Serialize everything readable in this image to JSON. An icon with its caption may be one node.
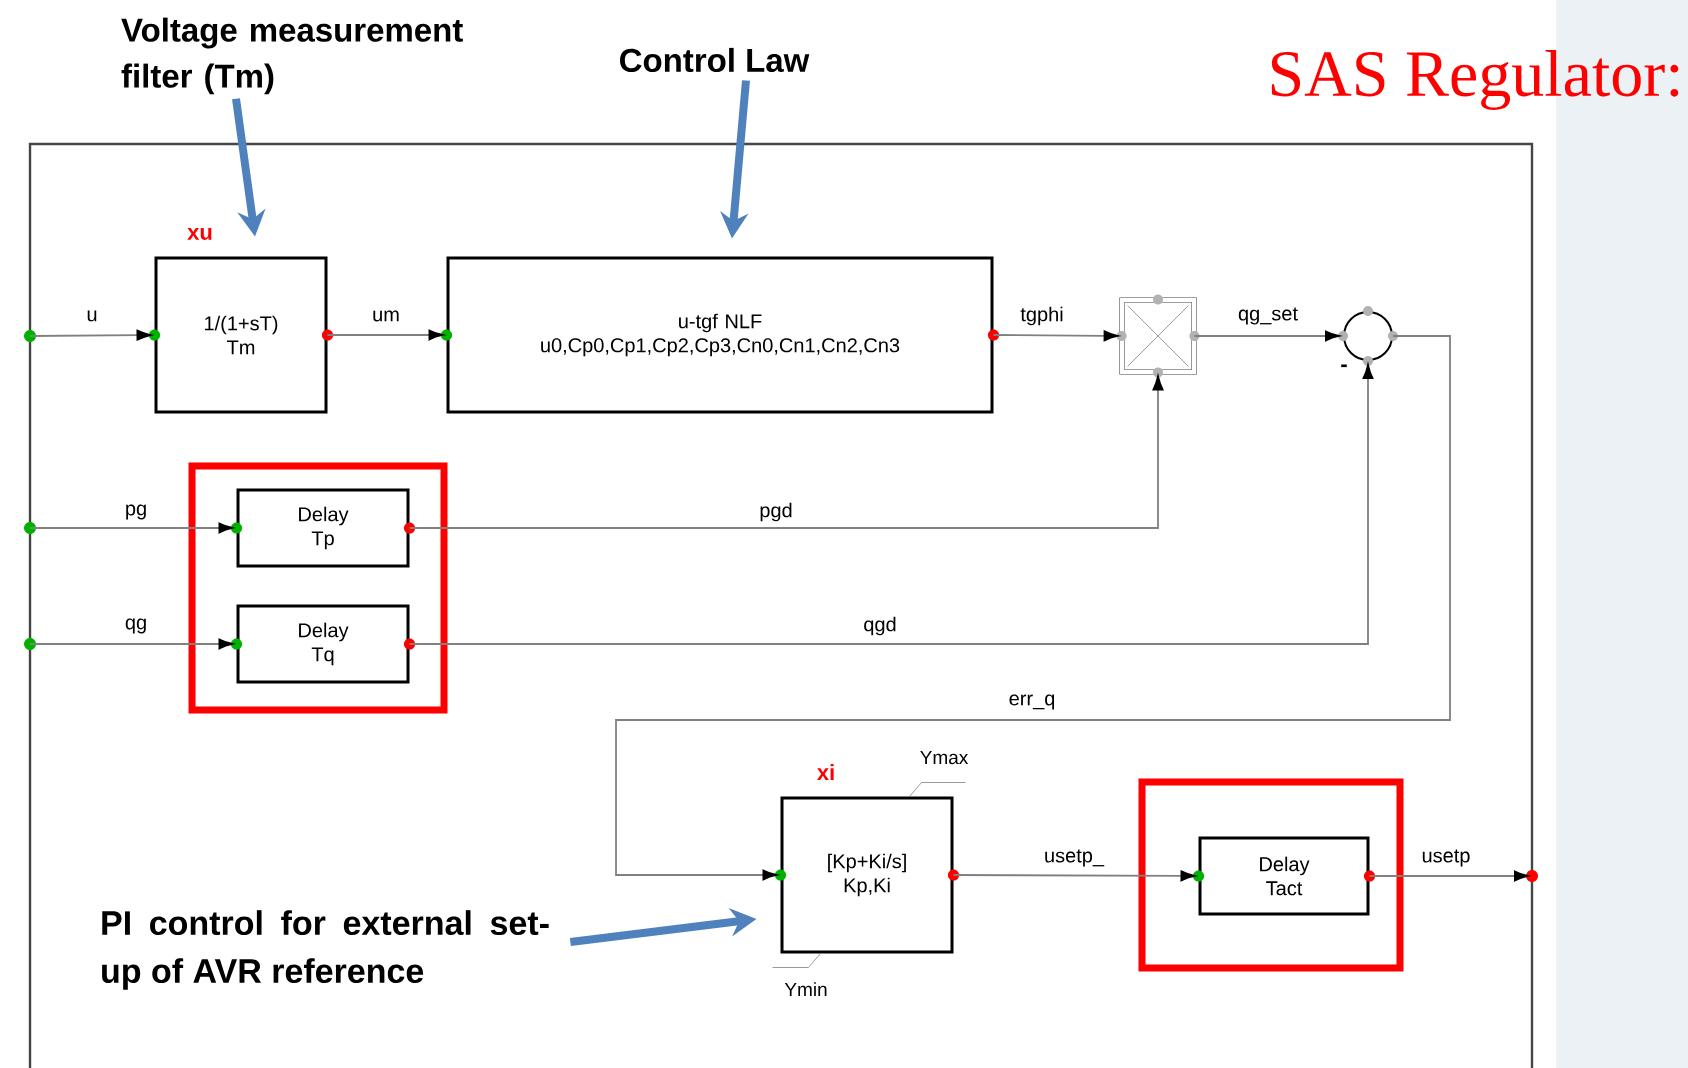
{
  "diagram": {
    "title": "SAS Regulator:",
    "nodes": [
      {
        "text": [
          "Voltage measurement filter (Tm)"
        ]
      },
      {
        "text": [
          "Control Law"
        ]
      },
      {
        "text": [],
        "shape": "circle"
      },
      {
        "text": [
          "xu",
          "1/(1+sT) Tm"
        ]
      },
      {
        "text": [
          "u-tgf NLF u0,Cp0,Cp1,Cp2,Cp3,Cn0,Cn1,Cn2,Cn3"
        ]
      },
      {
        "text": [],
        "shape": "box"
      },
      {
        "text": [],
        "shape": "circle",
        "beside": [
          "-"
        ]
      },
      {
        "text": [],
        "shape": "circle"
      },
      {
        "text": [],
        "shape": "box"
      },
      {
        "text": [
          "Delay Tp"
        ],
        "in": 8
      },
      {
        "text": [
          "Delay Tq"
        ],
        "in": 8
      },
      {
        "text": [],
        "shape": "circle"
      },
      {
        "text": [
          "xi",
          "[Kp+Ki/s] Kp,Ki"
        ],
        "beside": [
          "Ymax",
          "Ymin"
        ]
      },
      {
        "text": [],
        "shape": "box"
      },
      {
        "text": [
          "Delay Tact"
        ],
        "in": 13
      },
      {
        "text": [],
        "shape": "circle"
      },
      {
        "text": [
          "PI control for external set-up of AVR reference"
        ]
      }
    ],
    "edges": [
      {
        "from": 0,
        "to": 3,
        "arrow": "to",
        "style": "thick",
        "color": "#4f81bd"
      },
      {
        "from": 1,
        "to": 4,
        "arrow": "to",
        "style": "thick",
        "color": "#4f81bd"
      },
      {
        "from": 2,
        "to": 3,
        "arrow": "to",
        "label": "u"
      },
      {
        "from": 3,
        "to": 4,
        "arrow": "to",
        "label": "um"
      },
      {
        "from": 4,
        "to": 5,
        "arrow": "to",
        "label": "tgphi"
      },
      {
        "from": 5,
        "to": 6,
        "arrow": "to",
        "label": "qg_set"
      },
      {
        "from": 7,
        "to": 9,
        "arrow": "to",
        "label": "pg"
      },
      {
        "from": 9,
        "to": 5,
        "arrow": "to",
        "label": "pgd"
      },
      {
        "from": 11,
        "to": 10,
        "arrow": "to",
        "label": "qg"
      },
      {
        "from": 10,
        "to": 6,
        "arrow": "to",
        "label": "qgd"
      },
      {
        "from": 6,
        "to": 12,
        "arrow": "to",
        "label": "err_q"
      },
      {
        "from": 12,
        "to": 14,
        "arrow": "to",
        "label": "usetp_"
      },
      {
        "from": 14,
        "to": 15,
        "arrow": "to",
        "label": "usetp"
      },
      {
        "from": 16,
        "to": 12,
        "arrow": "to",
        "style": "thick",
        "color": "#4f81bd"
      }
    ]
  }
}
